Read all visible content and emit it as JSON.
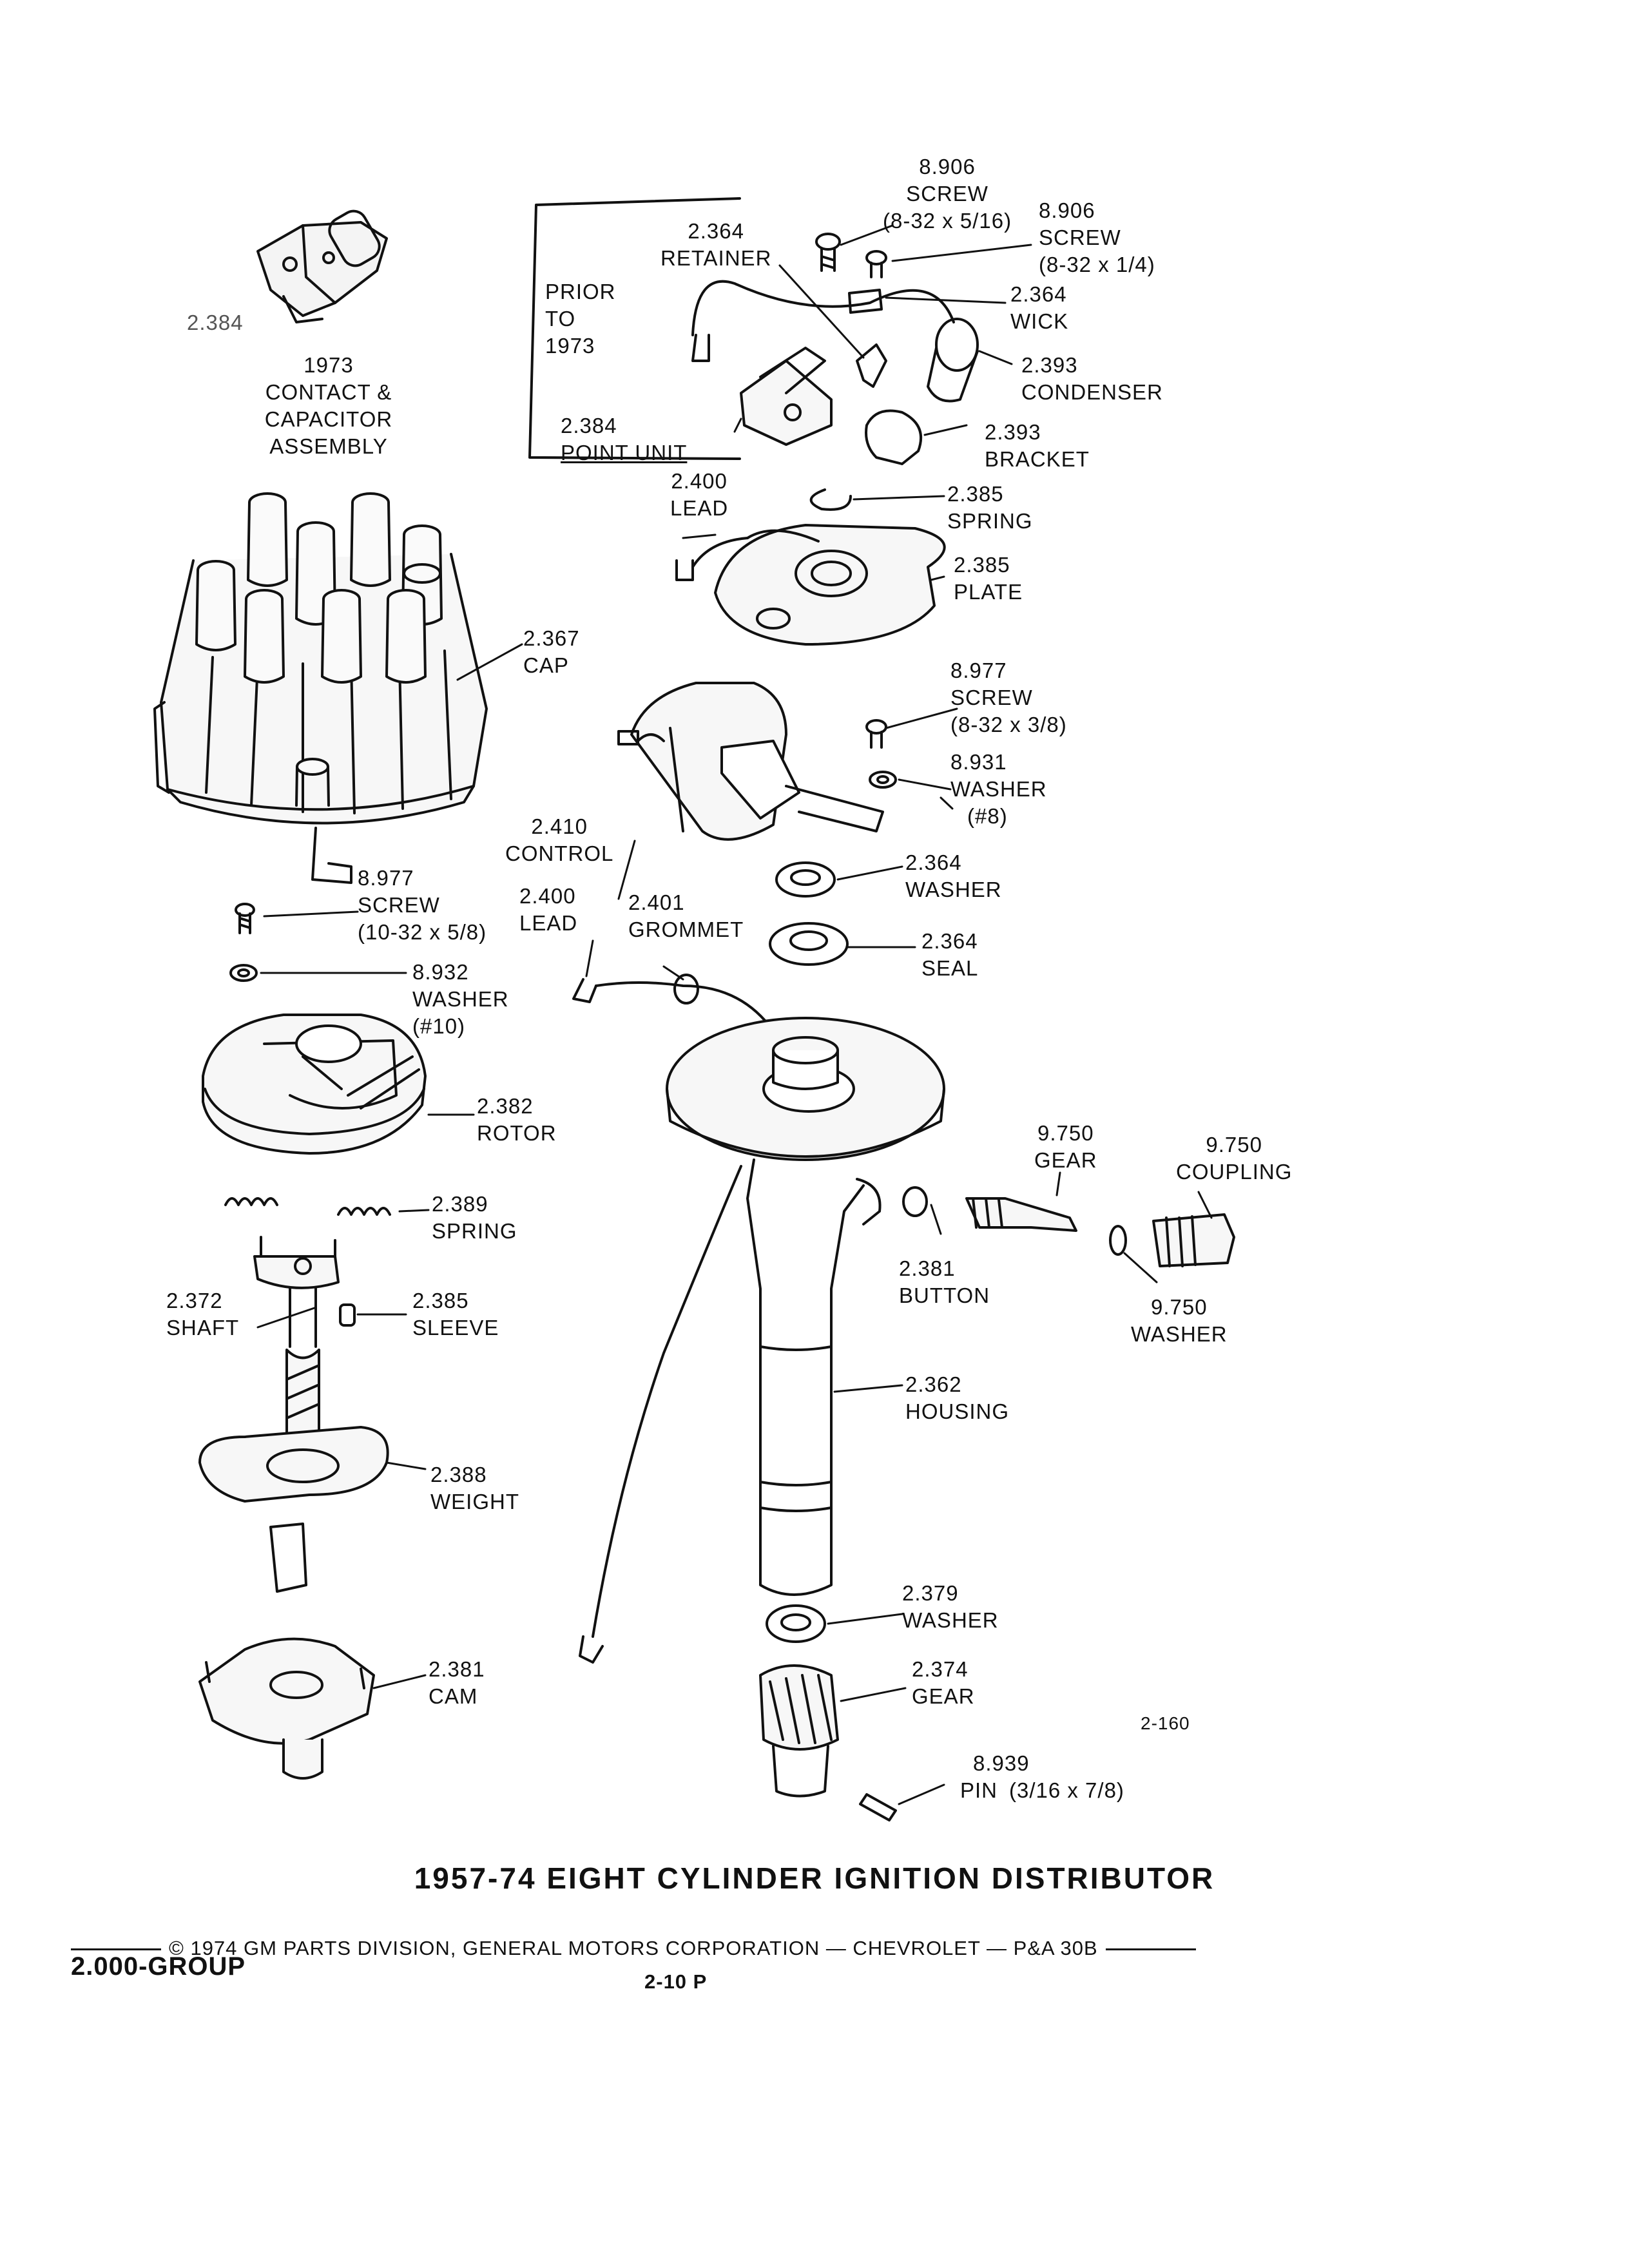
{
  "title": "1957-74 EIGHT CYLINDER IGNITION DISTRIBUTOR",
  "figure_number": "2-160",
  "prior_box": {
    "line1": "PRIOR",
    "line2": "TO",
    "line3": "1973"
  },
  "callouts": {
    "contact_assembly": {
      "num": "2.384",
      "year": "1973",
      "l1": "CONTACT &",
      "l2": "CAPACITOR",
      "l3": "ASSEMBLY"
    },
    "screw_5_16": {
      "num": "8.906",
      "name": "SCREW",
      "spec": "(8-32 x 5/16)"
    },
    "screw_1_4": {
      "num": "8.906",
      "name": "SCREW",
      "spec": "(8-32 x 1/4)"
    },
    "retainer": {
      "num": "2.364",
      "name": "RETAINER"
    },
    "wick": {
      "num": "2.364",
      "name": "WICK"
    },
    "condenser": {
      "num": "2.393",
      "name": "CONDENSER"
    },
    "point_unit": {
      "num": "2.384",
      "name": "POINT UNIT"
    },
    "bracket": {
      "num": "2.393",
      "name": "BRACKET"
    },
    "lead_top": {
      "num": "2.400",
      "name": "LEAD"
    },
    "spring_plate": {
      "num": "2.385",
      "name": "SPRING"
    },
    "plate": {
      "num": "2.385",
      "name": "PLATE"
    },
    "cap": {
      "num": "2.367",
      "name": "CAP"
    },
    "screw_3_8": {
      "num": "8.977",
      "name": "SCREW",
      "spec": "(8-32 x 3/8)"
    },
    "washer_8": {
      "num": "8.931",
      "name": "WASHER",
      "spec": "(#8)"
    },
    "control": {
      "num": "2.410",
      "name": "CONTROL"
    },
    "washer_2364": {
      "num": "2.364",
      "name": "WASHER"
    },
    "screw_10_32": {
      "num": "8.977",
      "name": "SCREW",
      "spec": "(10-32 x 5/8)"
    },
    "lead_mid": {
      "num": "2.400",
      "name": "LEAD"
    },
    "grommet": {
      "num": "2.401",
      "name": "GROMMET"
    },
    "seal": {
      "num": "2.364",
      "name": "SEAL"
    },
    "washer_10": {
      "num": "8.932",
      "name": "WASHER",
      "spec": "(#10)"
    },
    "rotor": {
      "num": "2.382",
      "name": "ROTOR"
    },
    "gear_9750": {
      "num": "9.750",
      "name": "GEAR"
    },
    "coupling": {
      "num": "9.750",
      "name": "COUPLING"
    },
    "spring_weight": {
      "num": "2.389",
      "name": "SPRING"
    },
    "button": {
      "num": "2.381",
      "name": "BUTTON"
    },
    "washer_9750": {
      "num": "9.750",
      "name": "WASHER"
    },
    "shaft": {
      "num": "2.372",
      "name": "SHAFT"
    },
    "sleeve": {
      "num": "2.385",
      "name": "SLEEVE"
    },
    "housing": {
      "num": "2.362",
      "name": "HOUSING"
    },
    "weight": {
      "num": "2.388",
      "name": "WEIGHT"
    },
    "washer_2379": {
      "num": "2.379",
      "name": "WASHER"
    },
    "cam": {
      "num": "2.381",
      "name": "CAM"
    },
    "gear_2374": {
      "num": "2.374",
      "name": "GEAR"
    },
    "pin": {
      "num": "8.939",
      "name": "PIN",
      "spec": "(3/16 x 7/8)"
    }
  },
  "footer": {
    "copyright": "© 1974 GM PARTS DIVISION, GENERAL MOTORS CORPORATION — CHEVROLET — P&A 30B",
    "group": "2.000-GROUP",
    "page": "2-10 P"
  }
}
